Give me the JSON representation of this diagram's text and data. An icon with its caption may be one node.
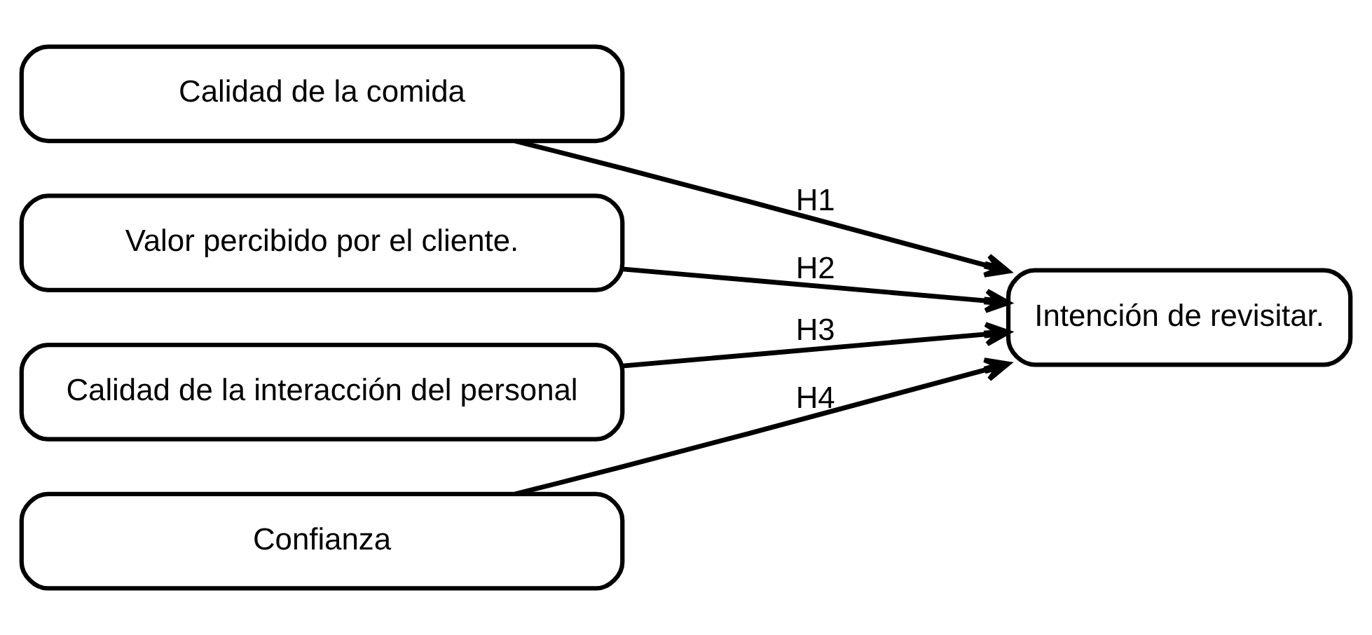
{
  "diagram": {
    "nodes": [
      {
        "text": [
          "Calidad de la comida"
        ]
      },
      {
        "text": [
          "Valor percibido por el cliente."
        ]
      },
      {
        "text": [
          "Calidad de la interacción del personal"
        ]
      },
      {
        "text": [
          "Confianza"
        ]
      },
      {
        "text": [
          "Intención de revisitar."
        ]
      }
    ],
    "edges": [
      {
        "from": 0,
        "to": 4,
        "arrow": "to",
        "label": "H1"
      },
      {
        "from": 1,
        "to": 4,
        "arrow": "to",
        "label": "H2"
      },
      {
        "from": 2,
        "to": 4,
        "arrow": "to",
        "label": "H3"
      },
      {
        "from": 3,
        "to": 4,
        "arrow": "to",
        "label": "H4"
      }
    ]
  }
}
